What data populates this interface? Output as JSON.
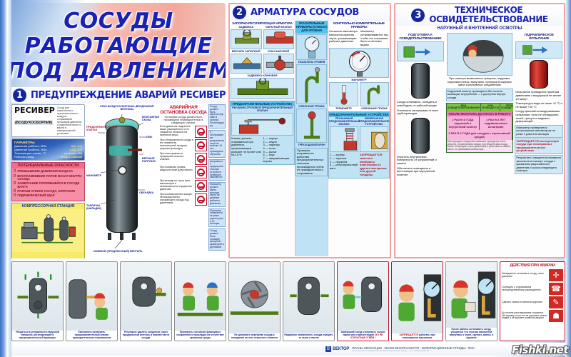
{
  "poster": {
    "title_lines": [
      "СОСУДЫ",
      "РАБОТАЮЩИЕ",
      "ПОД ДАВЛЕНИЕМ"
    ],
    "accent_blue": "#1922b4",
    "accent_red": "#c3102a",
    "badge_blue": "#15269c"
  },
  "sections": [
    {
      "number": "1",
      "title": "ПРЕДУПРЕЖДЕНИЕ АВАРИЙ РЕСИВЕРА",
      "subtitle": ""
    },
    {
      "number": "2",
      "title": "АРМАТУРА СОСУДОВ",
      "subtitle": ""
    },
    {
      "number": "3",
      "title_line1": "ТЕХНИЧЕСКОЕ",
      "title_line2": "ОСВИДЕТЕЛЬСТВОВАНИЕ",
      "subtitle": "НАРУЖНЫЙ И ВНУТРЕННИЙ ОСМОТРЫ"
    }
  ],
  "section1": {
    "receiver": {
      "name": "РЕСИВЕР",
      "sub": "(ВОЗДУХОСБОРНИК)",
      "note": "Сосуд для накопления и хранения сжатого воздуха, сглаживания пульсаций давления и отделения влаги и масла в компрессорной установке."
    },
    "params": {
      "header": "ПАРАМЕТРЫ",
      "rows": [
        {
          "label": "Давление рабочее, МПа",
          "value": "0,8…1,0"
        },
        {
          "label": "Давление пробное, МПа",
          "value": "1,25…1,5"
        },
        {
          "label": "Температура стенки, °С",
          "value": "не выше +50"
        },
        {
          "label": "Рабочая среда",
          "value": "воздух сжатый"
        }
      ]
    },
    "hazards": {
      "header": "ПОТЕНЦИАЛЬНЫЕ ОПАСНОСТИ",
      "items": [
        "ПРЕВЫШЕНИЕ ДАВЛЕНИЯ ВОЗДУХА",
        "ВОСПЛАМЕНЕНИЕ ПАРОВ МАСЛА ВНУТРИ СОСУДА",
        "ЗАМЕРЗАНИЕ СКОПИВШЕЙСЯ В СОСУДЕ ВЛАГИ",
        "РАЗРЫВ СТЕНОК СОСУДА, КОРРОЗИЯ",
        "ГИДРАВЛИЧЕСКИЙ УДАР"
      ]
    },
    "compressor": {
      "header": "КОМПРЕССОРНАЯ СТАНЦИЯ"
    },
    "vessel_callouts": {
      "top": "КРАН ВОЗДУХОСБОРНИКА (ВОЗДУШНЫЙ ВЕНТИЛЬ)",
      "left_top": "ПРЕДОХРАНИТЕЛЬНЫЙ КЛАПАН",
      "left_mid": "МАНОМЕТР",
      "left_low": "ТАБЛИЧКА (ШИЛЬДИК)",
      "right_top": "МОНТАЖНАЯ СКОБА",
      "right_mid": "ЛЮК",
      "right_pipe": "ВЕРХНИЙ ПАТРУБОК",
      "right_low": "ОБЕЧАЙКА",
      "bottom": "СЛИВНОЙ (ПРОДУВОЧНЫЙ) ВЕНТИЛЬ"
    },
    "emergency": {
      "header_line1": "АВАРИЙНАЯ",
      "header_line2": "ОСТАНОВКА СОСУДА",
      "intro": "Остановка сосуда должна быть произведена незамедлительно в следующих случаях:",
      "items": [
        "Если давление поднялось выше разрешённого и не снижается несмотря на принятые меры",
        "При обнаружении в сосуде и его элементах неплотностей, выпучин, разрыва прокладок",
        "При неисправности предохранительного клапана",
        "При снижении уровня жидкости ниже допустимого",
        "При выходе из строя всех манометров и невозможности определить давление",
        "При возникновении пожара, непосредственно угрожающего сосуду под давлением"
      ]
    },
    "side_rules": [
      "Сосуд должен быть зарегистрирован в органах Ростехнадзора",
      "К обслуживанию допускаются лица не моложе 18 лет, прошедшие обучение",
      "Исправность предохранительных устройств проверять ежесменно",
      "Манометр должен иметь красную черту на делении рабочего давления",
      "Манометр поверяется не реже одного раза в 12 месяцев",
      "Сосуд должен быть оснащён запорной арматурой и дренажом"
    ]
  },
  "section2": {
    "group1": {
      "header": "ЗАПОРНО-РЕГУЛИРУЮЩАЯ АРМАТУРА",
      "items": [
        {
          "caption": "ЗАДВИЖКА"
        },
        {
          "caption": "ОБРАТНЫЙ КЛАПАН"
        },
        {
          "caption": "ВЕНТИЛЬ ЗАПОРНЫЙ"
        },
        {
          "caption": "КРАН ШАРОВОЙ"
        },
        {
          "caption": "ЗАДВИЖКА КЛИНОВАЯ"
        }
      ]
    },
    "group_cyan": {
      "header": "УКАЗАТЕЛЬНЫЕ ПРИБОРЫ (СТЕКЛА) ДЛЯ УРОВНЯ",
      "items": [
        {
          "caption": "УКАЗАТЕЛЬ УРОВНЯ"
        },
        {
          "caption": "СИФОННАЯ ТРУБКА"
        },
        {
          "caption": "ТРЁХХОДОВОЙ КРАН"
        }
      ]
    },
    "group2": {
      "header": "КОНТРОЛЬНО-ИЗМЕРИТЕЛЬНЫЕ ПРИБОРЫ",
      "note_left": "На шкале манометра наносится красная черта, указывающая рабочее давление",
      "note_right": "Манометр устанавливается так, чтобы его показания были отчётливо видны",
      "items": [
        {
          "caption": "МАНОМЕТР"
        },
        {
          "caption": "ТЕРМОМЕТР"
        },
        {
          "caption": "СИФОННАЯ ТРУБКА"
        },
        {
          "caption": "ТРЁХХОДОВОЙ КРАН"
        }
      ]
    },
    "group3": {
      "header": "ПРЕДОХРАНИТЕЛЬНЫЕ УСТРОЙСТВА",
      "sub": "РЫЧАЖНО-ГРУЗОВОЙ ПРЕДОХРАНИТЕЛЬНЫЙ КЛАПАН",
      "note": "Клапан должен открываться при давлении, превышающем рабочее не более чем на 15 %",
      "legend": [
        "1 — корпус",
        "2 — седло",
        "3 — тарелка",
        "4 — шток",
        "5 — рычаг",
        "6 — груз",
        "7 — направляющая втулка"
      ]
    },
    "group4": {
      "header": "ПРЕДОХРАНИТЕЛЬНЫЕ УСТРОЙСТВА",
      "sub_left": "ПРУЖИННЫЙ ПРЕДОХРАНИТЕЛЬНЫЙ КЛАПАН",
      "sub_right": "МЕМБРАННОЕ ПРЕДОХРАНИТЕЛЬНОЕ УСТРОЙСТВО",
      "note": "ЗАПРЕЩАЕТСЯ заменять мембраны пластинами из другого материала или другой толщины",
      "legend": [
        "1 — корпус",
        "2 — тарелка",
        "3 — пружина",
        "4 — регулировочный винт"
      ]
    },
    "bottom_note": "Проверка исправности действия предохранительных клапанов производится путём их принудительного открывания"
  },
  "section3": {
    "col1": {
      "header": "ПОДГОТОВКА К ОСВИДЕТЕЛЬСТВОВАНИЮ",
      "steps": [
        "Сосуд остановить, охладить и освободить от рабочей среды",
        "Отключить заглушками от всех трубопроводов",
        "Очистить внутреннюю поверхность от загрязнений и накипи",
        "Обеспечить освещение и вентиляцию при внутреннем осмотре"
      ]
    },
    "col_mid": {
      "header": "НАРУЖНЫЙ И ВНУТРЕННИЙ ОСМОТРЫ",
      "note": "При осмотре выявляются трещины, надрывы, коррозия стенок, выпучины, пропуски в сварных швах и разъёмных соединениях"
    },
    "col2": {
      "header": "ГИДРАВЛИЧЕСКОЕ ИСПЫТАНИЕ",
      "notes": [
        "Испытание проводится пробным давлением с выдержкой не менее 10 минут",
        "Температура воды не ниже +5 °С и не выше +40 °С",
        "Сосуд признаётся выдержавшим испытание, если не обнаружено течей, трещин и видимых деформаций"
      ]
    },
    "schedule": {
      "columns": [
        "ВИД ОСВИДЕТЕЛЬСТВОВАНИЯ",
        "КЕМ ПРОВОДИТСЯ",
        "ПЕРИОДИЧНОСТЬ ОСВИДЕТЕЛЬСТВОВАНИЯ"
      ],
      "banner": "ПОСЛЕ МОНТАЖА ДО ПУСКА В РАБОТУ",
      "cells": [
        "1 РАЗ В 4 ГОДА наружный и внутренний осмотр",
        "1 РАЗ В 2 ГОДА для сосудов с агрессивной средой",
        "1 РАЗ В 8 ЛЕТ гидравлическое испытание"
      ],
      "footnote": "Внеочередное освидетельствование проводится после ремонта с применением сварки, при бездействии сосуда более 12 месяцев, после демонтажа и установки на новом месте, по требованию инспектора."
    },
    "right_col": {
      "note_top": "Наружный осмотр проводится без снятия изоляции, внутренний — с доступом внутрь сосуда",
      "note_mid": "Манометр проверяется контрольным манометром не реже 1 раза в 6 месяцев",
      "warn": "ЗАПРЕЩАЕТСЯ эксплуатация сосуда при неисправных предохранительных устройствах",
      "note_bottom": "Результаты освидетельствования заносятся в паспорт сосуда с указанием разрешённого давления и срока следующего осмотра"
    }
  },
  "bottom_cards": [
    {
      "caption": "Убедиться в исправности наружной запорной, регулирующей и предохранительной арматуры",
      "warn": ""
    },
    {
      "caption": "Ежесменно проверять предохранительный клапан принудительным открыванием",
      "warn": ""
    },
    {
      "caption": "Регулярно удалять конденсат через продувочный вентиль в нижней части сосуда",
      "warn": ""
    },
    {
      "caption": "Проверять состояние фланцевых соединений и прокладок на отсутствие пропусков среды",
      "warn": ""
    },
    {
      "caption": "Не допускать перегрева сосуда и попадания на него открытого пламени",
      "warn": ""
    },
    {
      "caption": "Наружную поверхность сосуда очищать от пыли и масла",
      "warn": ""
    },
    {
      "caption": "Замёрзший сосуд отогревать только паром или горячей водой,",
      "warn": "НО НЕ ОТКРЫТЫМ ОГНЁМ !"
    },
    {
      "caption": "работать при неисправном манометре",
      "warn": "ЗАПРЕЩАЕТСЯ"
    },
    {
      "caption": "После работы остановить сосуд, убедиться что стрелка манометра вернулась к нулю, сделать запись в журнале",
      "warn": ""
    }
  ],
  "emergency_actions": {
    "header": "ДЕЙСТВИЯ ПРИ АВАРИИ",
    "items": [
      {
        "text": "Немедленно остановить сосуд, снять давление",
        "icon": "valve-shutoff-icon"
      },
      {
        "text": "Сообщить о случившемся непосредственному руководителю",
        "icon": "telephone-icon"
      },
      {
        "text": "Сделать запись в сменном журнале",
        "icon": "pencil-icon"
      },
      {
        "text": "До начала расследования сохранить обстановку, если это не угрожает жизни людей и не вызовет развития аварии",
        "icon": "person-alert-icon"
      }
    ]
  },
  "footer": {
    "brand_mark": "В",
    "brand_name": "ВЕКТОР",
    "text": "ПЛАНЫ ЭВАКУАЦИИ · ЗНАКИ БЕЗОПАСНОСТИ · ИНФОРМАЦИОННЫЕ СТЕНДЫ · ФЭС",
    "fine": "изготовление и разработка по индивидуальному заказу · тел. (495) 000-00-00",
    "watermark": "Fishki.net"
  }
}
